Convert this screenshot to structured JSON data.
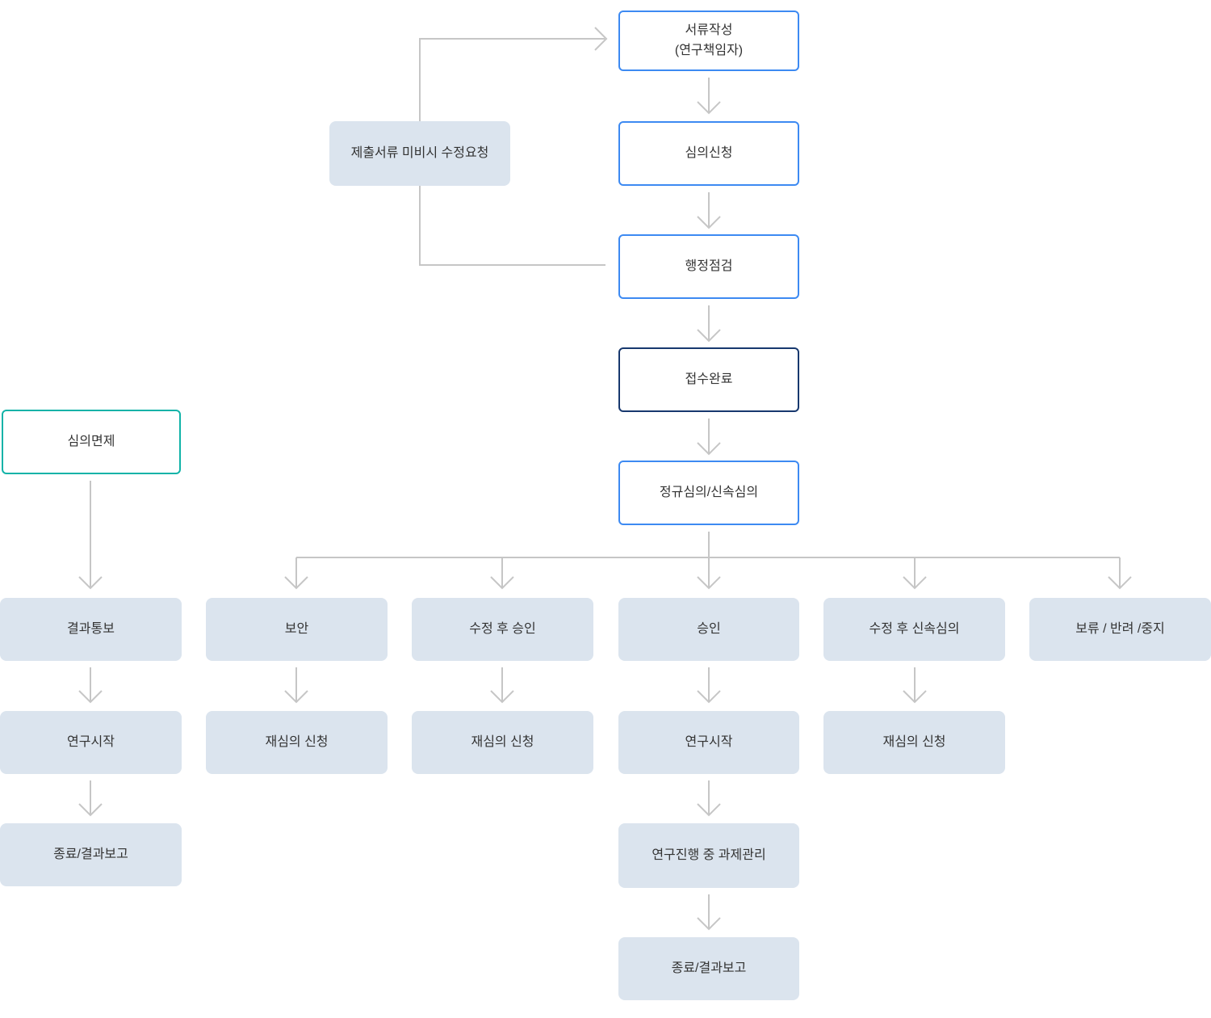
{
  "diagram": {
    "type": "flowchart",
    "colors": {
      "outline_blue": "#3d8af2",
      "outline_navy": "#17386e",
      "outline_teal": "#11b3a8",
      "filled_box_bg": "#dbe4ee",
      "connector_gray": "#c6c6c6",
      "text": "#333333"
    },
    "nodes": {
      "doc_prepare": {
        "label": "서류작성\n(연구책임자)",
        "style": "outline-blue"
      },
      "review_request": {
        "label": "심의신청",
        "style": "outline-blue"
      },
      "admin_check": {
        "label": "행정점검",
        "style": "outline-blue"
      },
      "receipt_complete": {
        "label": "접수완료",
        "style": "outline-navy"
      },
      "review_type": {
        "label": "정규심의/신속심의",
        "style": "outline-blue"
      },
      "revision_request": {
        "label": "제출서류 미비시 수정요청",
        "style": "filled"
      },
      "review_exempt": {
        "label": "심의면제",
        "style": "outline-teal"
      },
      "result_notice": {
        "label": "결과통보",
        "style": "filled"
      },
      "supplement": {
        "label": "보안",
        "style": "filled"
      },
      "approved_after_revision": {
        "label": "수정 후 승인",
        "style": "filled"
      },
      "approved": {
        "label": "승인",
        "style": "filled"
      },
      "expedited_after_revision": {
        "label": "수정 후 신속심의",
        "style": "filled"
      },
      "hold_reject_stop": {
        "label": "보류 / 반려 /중지",
        "style": "filled"
      },
      "research_start_exempt": {
        "label": "연구시작",
        "style": "filled"
      },
      "rereview_supplement": {
        "label": "재심의 신청",
        "style": "filled"
      },
      "rereview_revision": {
        "label": "재심의 신청",
        "style": "filled"
      },
      "research_start_approved": {
        "label": "연구시작",
        "style": "filled"
      },
      "rereview_expedited": {
        "label": "재심의 신청",
        "style": "filled"
      },
      "end_report_exempt": {
        "label": "종료/결과보고",
        "style": "filled"
      },
      "task_management": {
        "label": "연구진행 중 과제관리",
        "style": "filled"
      },
      "end_report_approved": {
        "label": "종료/결과보고",
        "style": "filled"
      }
    },
    "edges": [
      {
        "from": "doc_prepare",
        "to": "review_request"
      },
      {
        "from": "review_request",
        "to": "admin_check"
      },
      {
        "from": "admin_check",
        "to": "receipt_complete"
      },
      {
        "from": "receipt_complete",
        "to": "review_type"
      },
      {
        "from": "admin_check",
        "to": "revision_request"
      },
      {
        "from": "revision_request",
        "to": "doc_prepare"
      },
      {
        "from": "review_type",
        "to": "supplement"
      },
      {
        "from": "review_type",
        "to": "approved_after_revision"
      },
      {
        "from": "review_type",
        "to": "approved"
      },
      {
        "from": "review_type",
        "to": "expedited_after_revision"
      },
      {
        "from": "review_type",
        "to": "hold_reject_stop"
      },
      {
        "from": "review_exempt",
        "to": "result_notice"
      },
      {
        "from": "result_notice",
        "to": "research_start_exempt"
      },
      {
        "from": "research_start_exempt",
        "to": "end_report_exempt"
      },
      {
        "from": "supplement",
        "to": "rereview_supplement"
      },
      {
        "from": "approved_after_revision",
        "to": "rereview_revision"
      },
      {
        "from": "approved",
        "to": "research_start_approved"
      },
      {
        "from": "expedited_after_revision",
        "to": "rereview_expedited"
      },
      {
        "from": "research_start_approved",
        "to": "task_management"
      },
      {
        "from": "task_management",
        "to": "end_report_approved"
      }
    ]
  }
}
